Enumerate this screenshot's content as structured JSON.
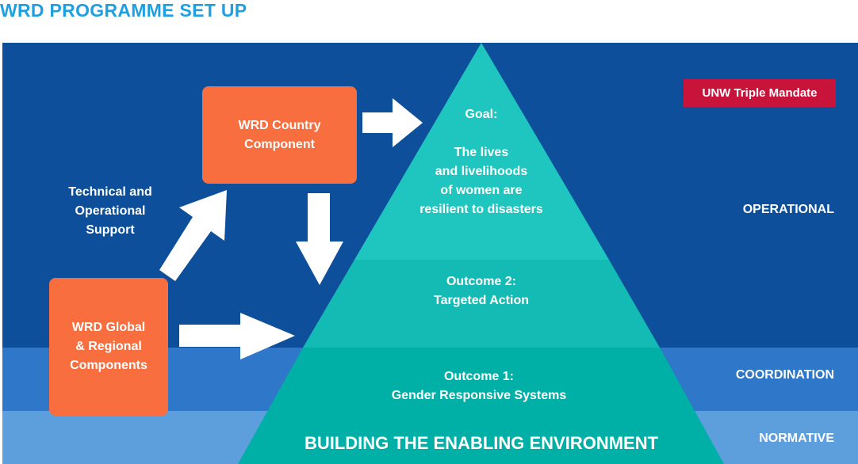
{
  "page": {
    "title": "WRD PROGRAMME SET UP"
  },
  "badge": {
    "label": "UNW Triple Mandate"
  },
  "levels": {
    "operational": "OPERATIONAL",
    "coordination": "COORDINATION",
    "normative": "NORMATIVE"
  },
  "pyramid": {
    "goal": "Goal:\n\nThe lives\nand livelihoods\nof women are\nresilient to disasters",
    "outcome2": "Outcome 2:\nTargeted Action",
    "outcome1": "Outcome 1:\nGender Responsive Systems",
    "base": "BUILDING THE ENABLING ENVIRONMENT"
  },
  "components": {
    "country": "WRD Country\nComponent",
    "global": "WRD Global\n& Regional\nComponents",
    "support_label": "Technical and\nOperational\nSupport"
  },
  "colors": {
    "operational_band": "#0d4f9b",
    "coordination_band": "#2f77c8",
    "normative_band": "#5d9fdc",
    "pyramid_top": "#1fc6c0",
    "pyramid_middle": "#14bab4",
    "pyramid_bottom": "#00b0a6",
    "component_box": "#f96e3f",
    "badge": "#c8133b",
    "title": "#1e9fe0"
  }
}
